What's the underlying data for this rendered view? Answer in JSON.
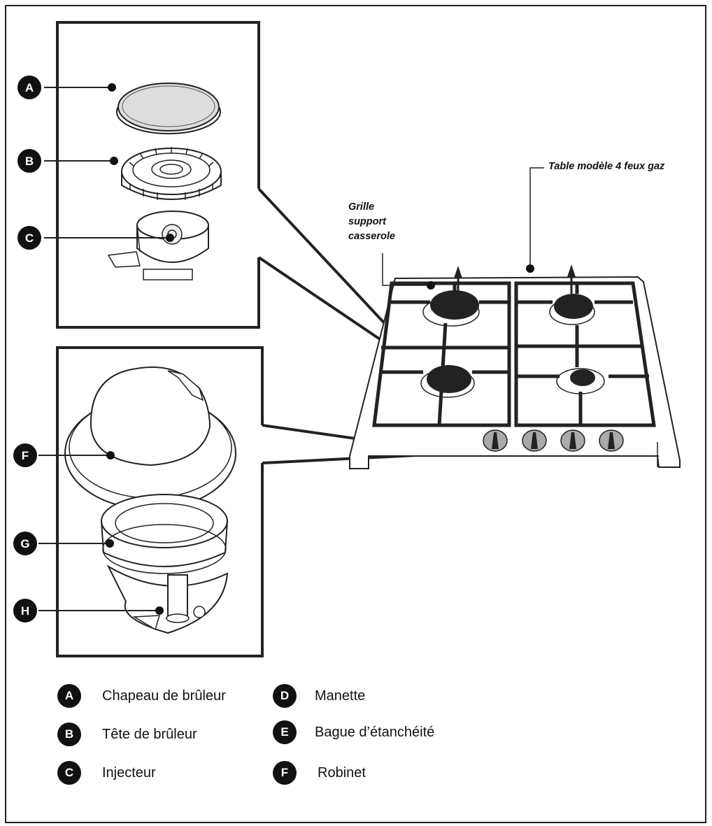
{
  "callouts": {
    "table_label": "Table modèle 4 feux gaz",
    "grille_lines": [
      "Grille",
      "support",
      "casserole"
    ]
  },
  "diagram_badges": {
    "a": "A",
    "b": "B",
    "c": "C",
    "f": "F",
    "g": "G",
    "h": "H"
  },
  "legend": [
    {
      "letter": "A",
      "label": "Chapeau de brûleur"
    },
    {
      "letter": "B",
      "label": "Tête de brûleur"
    },
    {
      "letter": "C",
      "label": "Injecteur"
    },
    {
      "letter": "D",
      "label": "Manette"
    },
    {
      "letter": "E",
      "label": "Bague d’étanchéité"
    },
    {
      "letter": "F",
      "label": "Robinet"
    }
  ]
}
